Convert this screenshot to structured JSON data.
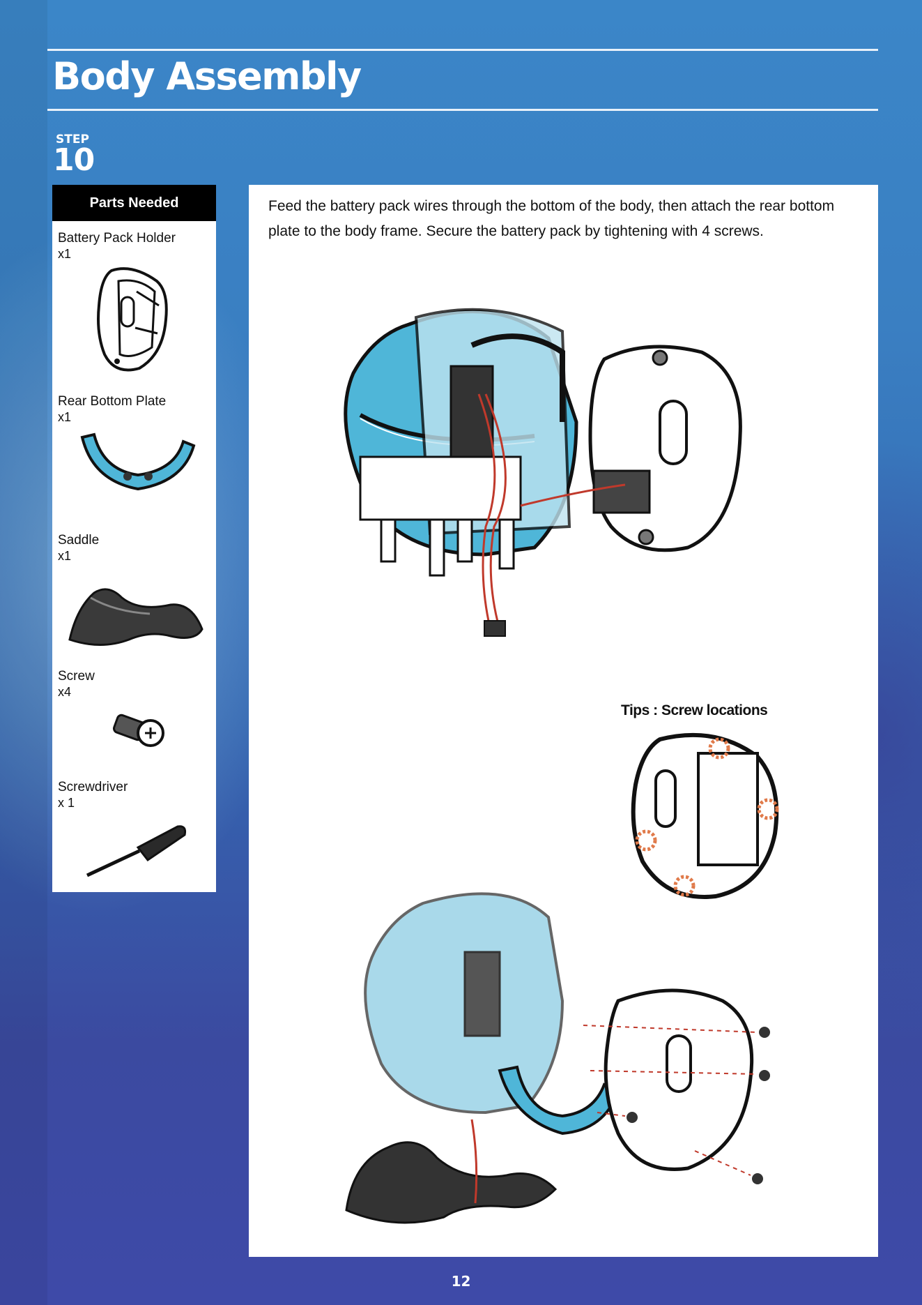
{
  "header": {
    "title": "Body Assembly",
    "step_label": "STEP",
    "step_number": "10"
  },
  "parts_panel": {
    "heading": "Parts Needed",
    "items": [
      {
        "name": "Battery Pack Holder",
        "qty": "x1"
      },
      {
        "name": "Rear Bottom Plate",
        "qty": "x1"
      },
      {
        "name": "Saddle",
        "qty": "x1"
      },
      {
        "name": "Screw",
        "qty": "x4"
      },
      {
        "name": "Screwdriver",
        "qty": "x 1"
      }
    ]
  },
  "main": {
    "instruction": "Feed the battery pack wires through the bottom of the body, then attach the rear bottom plate to the body frame. Secure the battery pack by tightening with 4 screws.",
    "tips_label": "Tips : Screw locations"
  },
  "footer": {
    "page_number": "12"
  },
  "colors": {
    "body_blue": "#4fb6d8",
    "wire_red": "#c0392b",
    "screw_highlight": "#e07a4a",
    "panel_black": "#000000"
  }
}
